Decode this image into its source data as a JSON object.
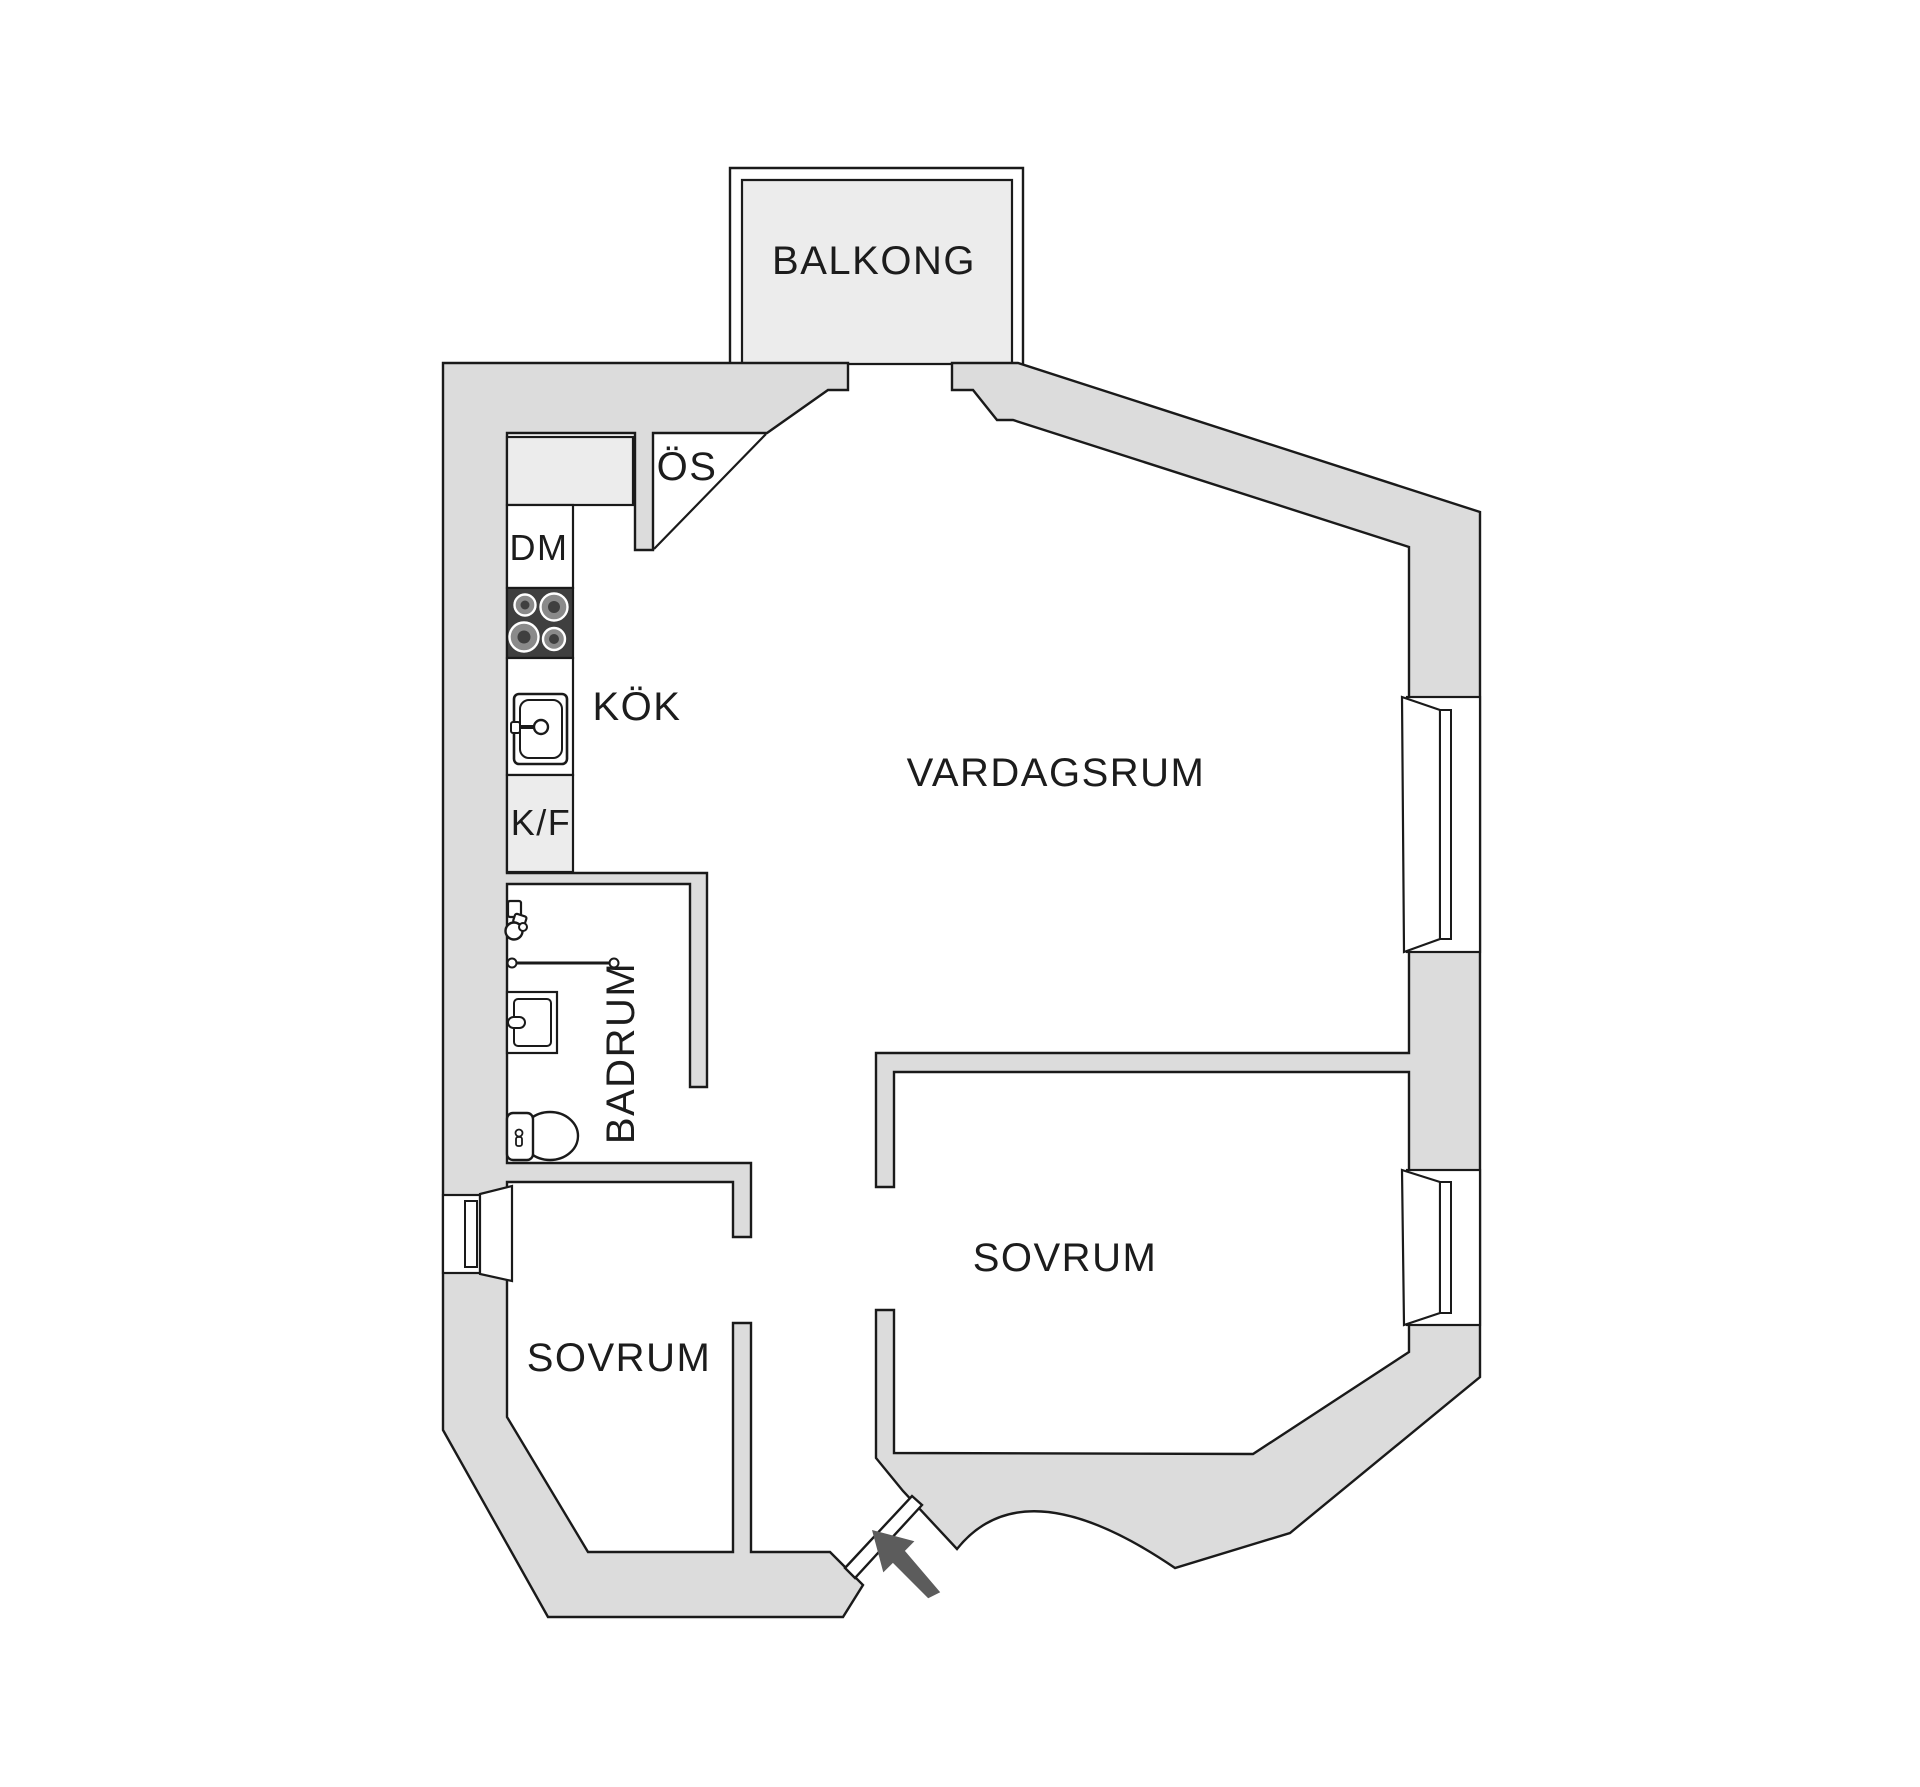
{
  "floorplan": {
    "title": "apartment-floor-plan",
    "rooms": {
      "balcony": {
        "label": "BALKONG"
      },
      "kitchen": {
        "label": "KÖK"
      },
      "living_room": {
        "label": "VARDAGSRUM"
      },
      "bathroom": {
        "label": "BADRUM"
      },
      "bedroom_left": {
        "label": "SOVRUM"
      },
      "bedroom_right": {
        "label": "SOVRUM"
      }
    },
    "fixtures": {
      "dishwasher": {
        "label": "DM"
      },
      "fridge_freezer": {
        "label": "K/F"
      },
      "fireplace_nook": {
        "label": "ÖS"
      }
    },
    "colors": {
      "wall_fill": "#dcdcdc",
      "counter_fill": "#ececec",
      "outline": "#1a1a1a",
      "stove_fill": "#3f3f3f",
      "burner_fill": "#8a8a8a",
      "arrow_fill": "#5c5c5c",
      "background": "#ffffff"
    }
  }
}
